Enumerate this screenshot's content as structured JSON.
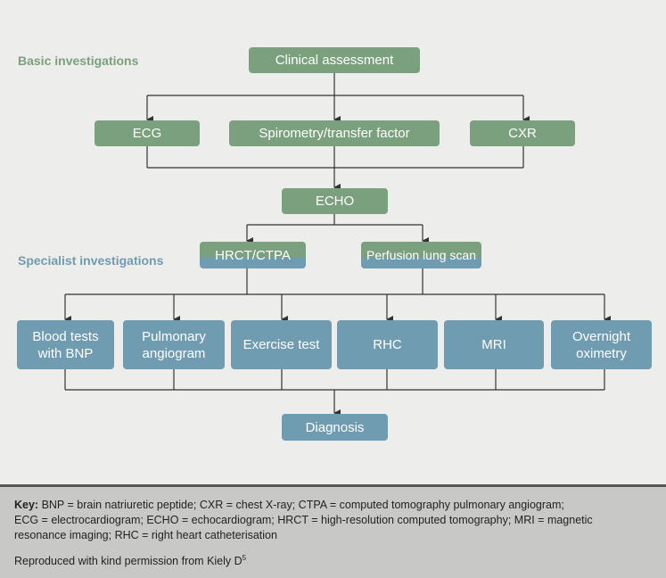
{
  "sections": {
    "basic": "Basic investigations",
    "specialist": "Specialist investigations"
  },
  "nodes": {
    "clinical": "Clinical assessment",
    "ecg": "ECG",
    "spirometry": "Spirometry/transfer factor",
    "cxr": "CXR",
    "echo": "ECHO",
    "hrct": "HRCT/CTPA",
    "perfusion": "Perfusion lung scan",
    "blood_1": "Blood tests",
    "blood_2": "with BNP",
    "pulmonary_1": "Pulmonary",
    "pulmonary_2": "angiogram",
    "exercise": "Exercise test",
    "rhc": "RHC",
    "mri": "MRI",
    "oximetry_1": "Overnight",
    "oximetry_2": "oximetry",
    "diagnosis": "Diagnosis"
  },
  "key": {
    "label": "Key:",
    "line1": " BNP = brain natriuretic peptide; CXR = chest X-ray; CTPA = computed tomography pulmonary angiogram;",
    "line2": "ECG = electrocardiogram; ECHO = echocardiogram; HRCT = high-resolution computed tomography; MRI = magnetic",
    "line3": "resonance imaging; RHC = right heart catheterisation",
    "credit": "Reproduced with kind permission from Kiely D",
    "credit_ref": "5"
  },
  "colors": {
    "basic": "#7ba07e",
    "specialist": "#6f9cb1",
    "line": "#333333"
  }
}
